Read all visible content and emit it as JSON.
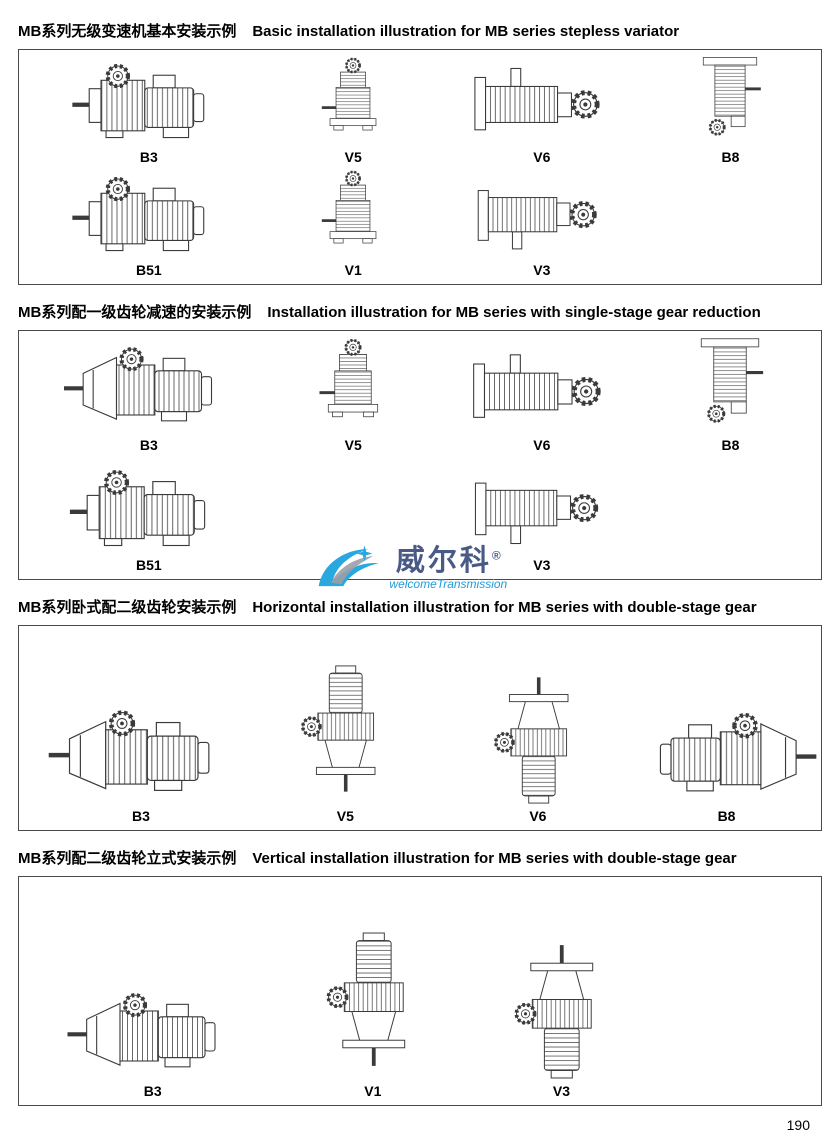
{
  "page_number": "190",
  "watermark": {
    "brand": "威尔科",
    "reg": "®",
    "tagline": "welcomeTransmission"
  },
  "sections": [
    {
      "title_zh": "MB系列无级变速机基本安装示例",
      "title_en": "Basic installation illustration for MB series stepless variator",
      "figures": [
        {
          "label": "B3"
        },
        {
          "label": "V5"
        },
        {
          "label": "V6"
        },
        {
          "label": "B8"
        },
        {
          "label": "B51"
        },
        {
          "label": "V1"
        },
        {
          "label": "V3"
        }
      ]
    },
    {
      "title_zh": "MB系列配一级齿轮减速的安装示例",
      "title_en": "Installation illustration for MB series with single-stage gear reduction",
      "figures": [
        {
          "label": "B3"
        },
        {
          "label": "V5"
        },
        {
          "label": "V6"
        },
        {
          "label": "B8"
        },
        {
          "label": "B51"
        },
        {
          "label": "V3"
        }
      ]
    },
    {
      "title_zh": "MB系列卧式配二级齿轮安装示例",
      "title_en": "Horizontal installation illustration for MB series with double-stage gear",
      "figures": [
        {
          "label": "B3"
        },
        {
          "label": "V5"
        },
        {
          "label": "V6"
        },
        {
          "label": "B8"
        }
      ]
    },
    {
      "title_zh": "MB系列配二级齿轮立式安装示例",
      "title_en": "Vertical installation illustration for MB series with double-stage gear",
      "figures": [
        {
          "label": "B3"
        },
        {
          "label": "V1"
        },
        {
          "label": "V3"
        }
      ]
    }
  ]
}
